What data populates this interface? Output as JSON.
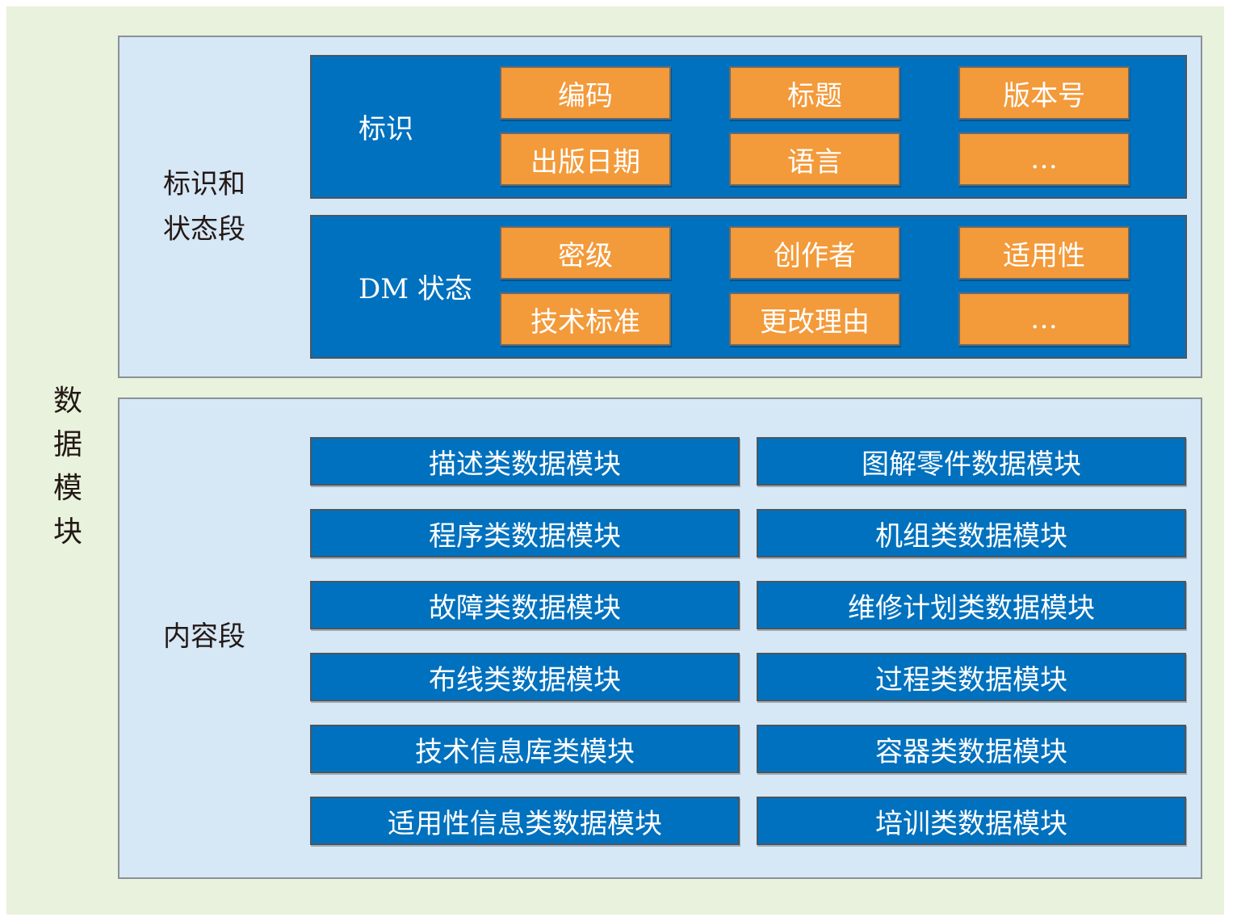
{
  "data_module": {
    "label_chars": [
      "数",
      "据",
      "模",
      "块"
    ]
  },
  "id_status_section": {
    "label_line1": "标识和",
    "label_line2": "状态段",
    "identification": {
      "label": "标识",
      "items": [
        "编码",
        "标题",
        "版本号",
        "出版日期",
        "语言",
        "…"
      ]
    },
    "dm_status": {
      "label": "DM 状态",
      "items": [
        "密级",
        "创作者",
        "适用性",
        "技术标准",
        "更改理由",
        "…"
      ]
    }
  },
  "content_section": {
    "label": "内容段",
    "left_modules": [
      "描述类数据模块",
      "程序类数据模块",
      "故障类数据模块",
      "布线类数据模块",
      "技术信息库类模块",
      "适用性信息类数据模块"
    ],
    "right_modules": [
      "图解零件数据模块",
      "机组类数据模块",
      "维修计划类数据模块",
      "过程类数据模块",
      "容器类数据模块",
      "培训类数据模块"
    ]
  },
  "colors": {
    "background": "#e8f2dc",
    "panel": "#d6e7f6",
    "blue": "#0071be",
    "orange": "#f39a3a"
  }
}
